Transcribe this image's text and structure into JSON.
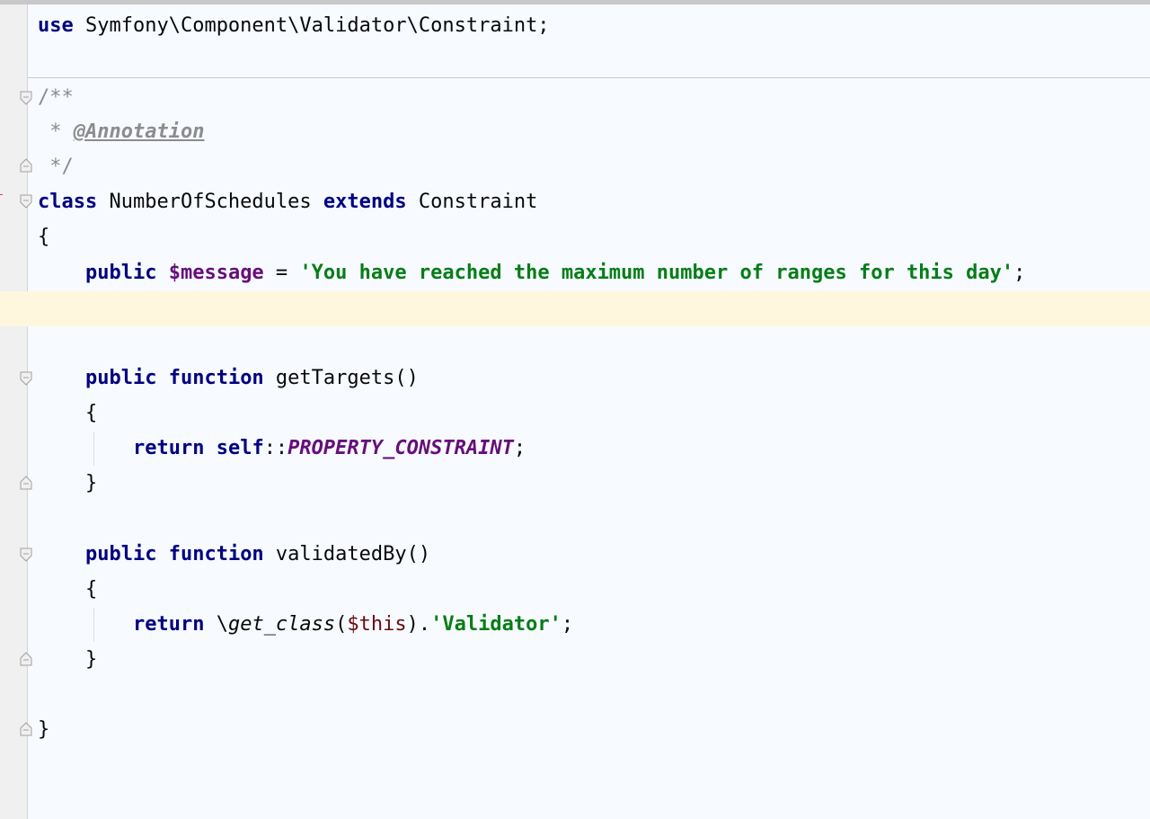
{
  "code": {
    "line1": {
      "kw": "use",
      "text": " Symfony\\Component\\Validator\\Constraint;"
    },
    "line2": "/**",
    "line3": {
      "star": " * ",
      "tag": "@Annotation"
    },
    "line4": " */",
    "line5": {
      "kw1": "class",
      "name": " NumberOfSchedules ",
      "kw2": "extends",
      "parent": " Constraint"
    },
    "line6": "{",
    "line7": {
      "indent": "    ",
      "kw": "public",
      "var": "$message",
      "eq": " = ",
      "str": "'You have reached the maximum number of ranges for this day'",
      "semi": ";"
    },
    "line9": {
      "indent": "    ",
      "kw1": "public",
      "kw2": "function",
      "name": " getTargets()"
    },
    "line10": "    {",
    "line11": {
      "indent": "        ",
      "kw1": "return",
      "kw2": "self",
      "sep": "::",
      "const": "PROPERTY_CONSTRAINT",
      "semi": ";"
    },
    "line12": "    }",
    "line14": {
      "indent": "    ",
      "kw1": "public",
      "kw2": "function",
      "name": " validatedBy()"
    },
    "line15": "    {",
    "line16": {
      "indent": "        ",
      "kw": "return",
      "sp": " \\",
      "fn": "get_class",
      "open": "(",
      "thisvar": "$this",
      "close": ").",
      "str": "'Validator'",
      "semi": ";"
    },
    "line17": "    }",
    "line19": "}"
  },
  "icons": [
    "fold-open-icon",
    "fold-close-icon"
  ]
}
